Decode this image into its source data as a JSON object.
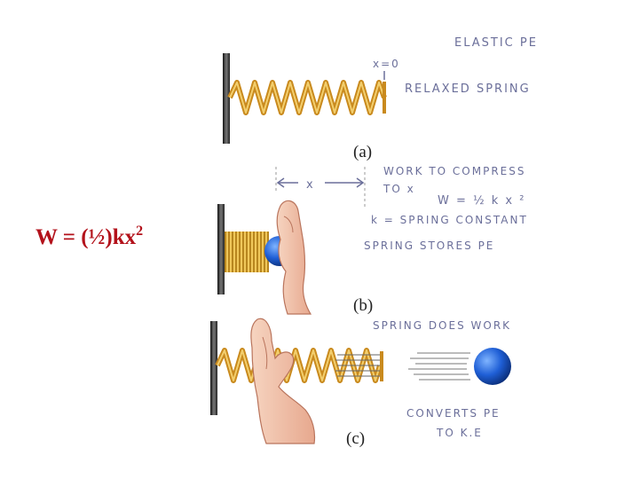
{
  "formula": {
    "text": "W = (½)kx",
    "exponent": "2"
  },
  "panel_a": {
    "caption": "(a)",
    "note_title": "ELASTIC PE",
    "marker": "x=0",
    "note": "RELAXED SPRING"
  },
  "panel_b": {
    "caption": "(b)",
    "distance_label": "x",
    "note_line1": "WORK TO COMPRESS",
    "note_line2": "TO x",
    "equation": "W = ½ k x ²",
    "constant_note": "k = SPRING CONSTANT",
    "stores_note": "SPRING STORES PE"
  },
  "panel_c": {
    "caption": "(c)",
    "note_top": "SPRING DOES WORK",
    "note_line1": "CONVERTS PE",
    "note_line2": "TO K.E"
  },
  "colors": {
    "formula": "#b3121b",
    "handwriting": "#6b6f9a",
    "spring": "#d9a531",
    "ball": "#1f5fd6",
    "wall": "#2d2d2d"
  }
}
